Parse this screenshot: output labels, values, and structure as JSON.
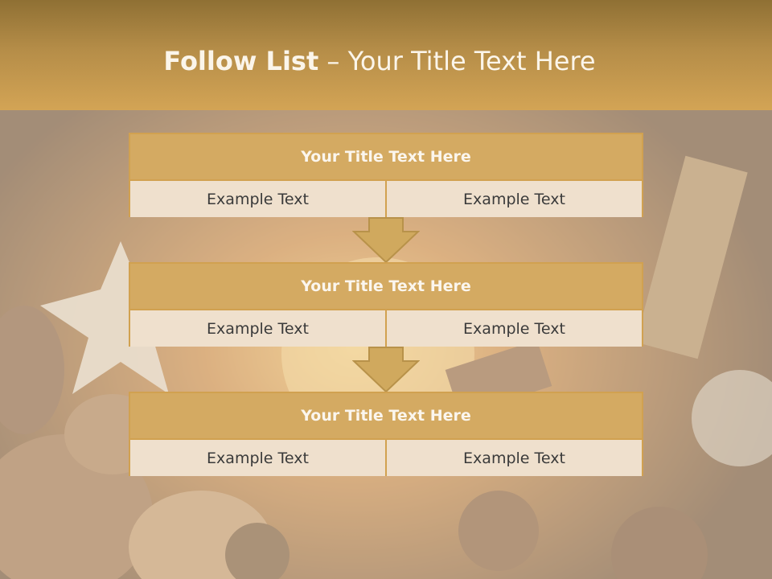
{
  "header": {
    "title_bold": "Follow List",
    "title_rest": " – Your Title Text Here"
  },
  "blocks": [
    {
      "title": "Your Title Text Here",
      "left": "Example Text",
      "right": "Example Text"
    },
    {
      "title": "Your Title Text Here",
      "left": "Example Text",
      "right": "Example Text"
    },
    {
      "title": "Your Title Text Here",
      "left": "Example Text",
      "right": "Example Text"
    }
  ],
  "colors": {
    "header_top": "#8f7034",
    "header_bottom": "#d3a455",
    "block_border": "#d1a150",
    "block_title_fill": "#d4aa62",
    "cell_fill": "#efe0cd",
    "arrow_fill": "#d0a95e"
  }
}
